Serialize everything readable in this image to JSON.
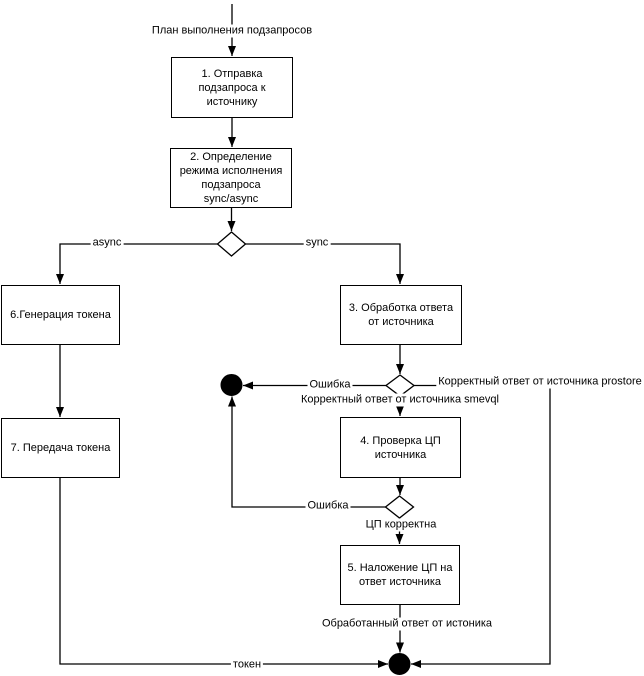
{
  "diagram": {
    "colors": {
      "background": "#ffffff",
      "stroke": "#000000",
      "node_fill": "#ffffff",
      "text": "#000000"
    },
    "nodes": {
      "step1": "1. Отправка подзапроса к источнику",
      "step2": "2. Определение режима исполнения подзапроса sync/async",
      "step3": "3. Обработка ответа от источника",
      "step4": "4. Проверка ЦП источника",
      "step5": "5. Наложение ЦП на ответ источника",
      "step6": "6.Генерация токена",
      "step7": "7. Передача токена"
    },
    "labels": {
      "start": "План выполнения подзапросов",
      "async_branch": "async",
      "sync_branch": "sync",
      "error_upper": "Ошибка",
      "error_lower": "Ошибка",
      "prostore": "Корректный ответ от источника prostore",
      "smevql": "Корректный ответ от источника smevql",
      "cp_valid": "ЦП корректна",
      "processed": "Обработанный ответ от истоника",
      "token": "токен"
    }
  }
}
